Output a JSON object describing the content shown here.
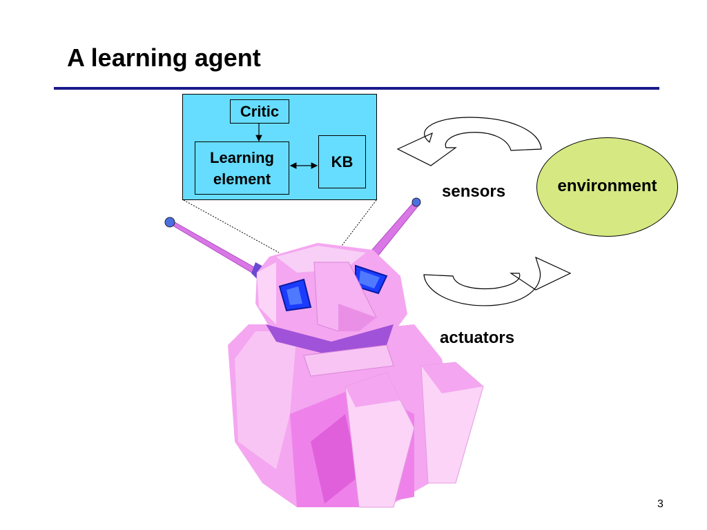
{
  "slide": {
    "title": "A learning agent",
    "page_number": "3"
  },
  "agent_internals": {
    "critic": "Critic",
    "learning_element": "Learning element",
    "kb": "KB"
  },
  "labels": {
    "sensors": "sensors",
    "actuators": "actuators",
    "environment": "environment"
  },
  "colors": {
    "title_rule": "#1a1a8c",
    "agent_box_fill": "#66ddff",
    "environment_fill": "#d6e882",
    "robot_pink": "#f4a6f0",
    "robot_eye": "#1a3cff",
    "antenna_tip": "#4b6fe0"
  },
  "icons": {
    "robot": "robot-clipart",
    "sensors_arrow": "curved-arrow-left",
    "actuators_arrow": "curved-arrow-right"
  }
}
